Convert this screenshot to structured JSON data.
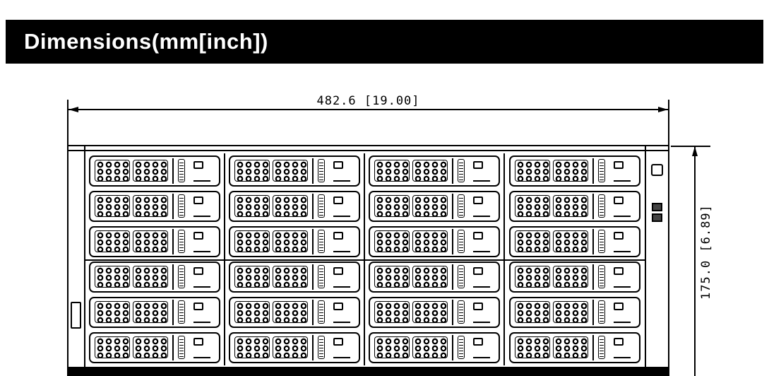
{
  "title": "Dimensions(mm[inch])",
  "dimensions": {
    "width_label": "482.6 [19.00]",
    "height_label": "175.0 [6.89]"
  },
  "chassis": {
    "rows": 6,
    "columns": 4,
    "drive_bay_count": 24
  },
  "colors": {
    "line": "#000000",
    "background": "#ffffff",
    "title_bg": "#000000",
    "title_text": "#ffffff"
  }
}
